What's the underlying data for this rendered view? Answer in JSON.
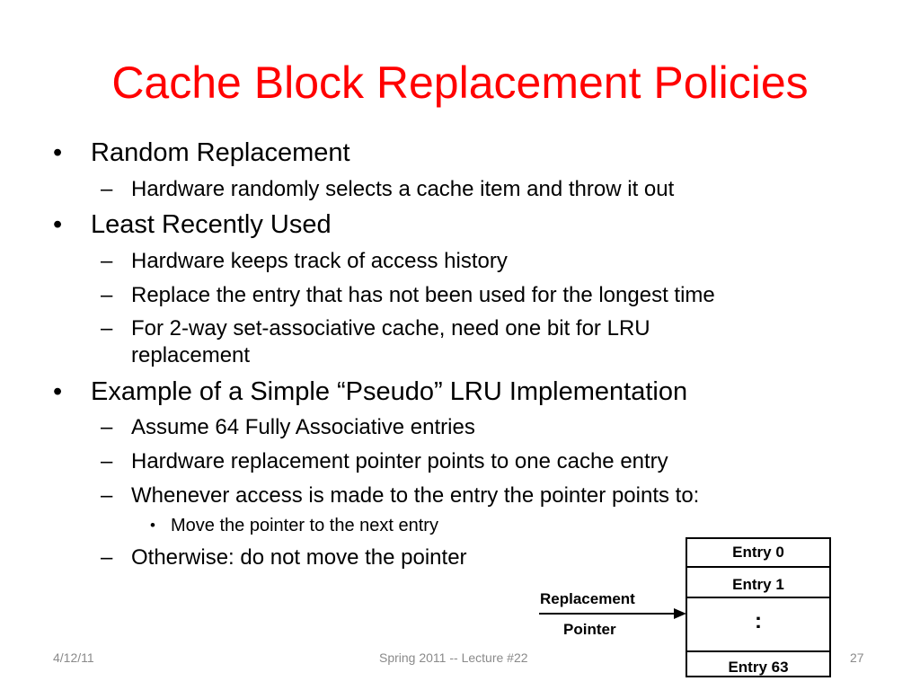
{
  "slide": {
    "title": "Cache Block Replacement Policies",
    "bullets": [
      {
        "text": "Random Replacement",
        "sub": [
          {
            "text": "Hardware randomly selects a cache item and throw it out"
          }
        ]
      },
      {
        "text": "Least Recently Used",
        "sub": [
          {
            "text": "Hardware keeps track of access history"
          },
          {
            "text": "Replace the entry that has not been used for the longest time"
          },
          {
            "text": "For 2-way set-associative cache, need one bit for LRU",
            "continuation": "replacement"
          }
        ]
      },
      {
        "text": "Example of a Simple “Pseudo” LRU Implementation",
        "sub": [
          {
            "text": "Assume 64 Fully Associative entries"
          },
          {
            "text": "Hardware replacement pointer points to one cache entry"
          },
          {
            "text": "Whenever access is made to the entry the pointer points to:",
            "sub": [
              {
                "text": "Move the pointer to the next entry"
              }
            ]
          },
          {
            "text": "Otherwise: do not move the pointer"
          }
        ]
      }
    ],
    "markers": {
      "level1": "•",
      "level2": "–",
      "level3": "•"
    }
  },
  "diagram": {
    "entries": [
      "Entry 0",
      "Entry 1",
      ":",
      "Entry  63"
    ],
    "pointer_label_1": "Replacement",
    "pointer_label_2": "Pointer"
  },
  "footer": {
    "date": "4/12/11",
    "course": "Spring 2011 -- Lecture #22",
    "page": "27"
  },
  "colors": {
    "title": "#ff0000",
    "footer": "#8a8a8a"
  }
}
